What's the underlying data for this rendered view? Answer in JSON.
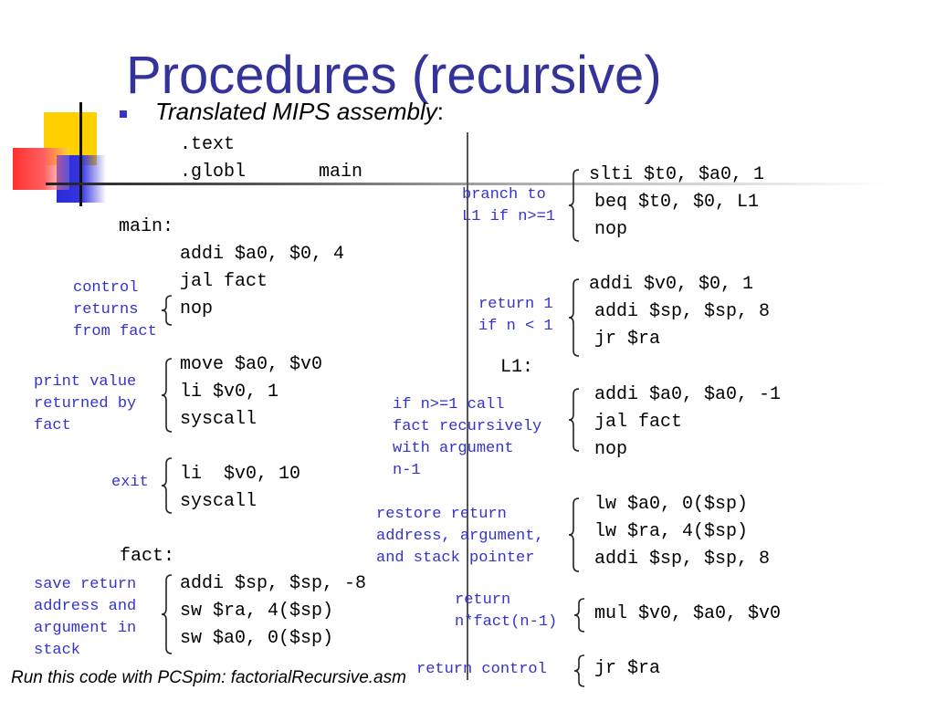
{
  "title": "Procedures (recursive)",
  "subtitle": {
    "text": "Translated MIPS assembly",
    "suffix": ":"
  },
  "footer": "Run this code with PCSpim: factorialRecursive.asm",
  "colors": {
    "title": "#333399",
    "annotation": "#3333cc",
    "bullet": "#3333cc"
  },
  "left": {
    "header": [
      ".text",
      ".globl",
      "main"
    ],
    "main_label": "main:",
    "main_call": [
      "addi $a0, $0, 4",
      "jal fact",
      "nop"
    ],
    "print": [
      "move $a0, $v0",
      "li $v0, 1",
      "syscall"
    ],
    "exit": [
      "li  $v0, 10",
      "syscall"
    ],
    "fact_label": "fact:",
    "save": [
      "addi $sp, $sp, -8",
      "sw $ra, 4($sp)",
      "sw $a0, 0($sp)"
    ],
    "notes": {
      "control": [
        "control",
        "returns",
        "from fact"
      ],
      "print": [
        "print value",
        "returned by",
        "fact"
      ],
      "exit": [
        "exit"
      ],
      "save": [
        "save return",
        "address and",
        "argument in",
        "stack"
      ]
    }
  },
  "right": {
    "branch": [
      "slti $t0, $a0, 1",
      "beq $t0, $0, L1",
      "nop"
    ],
    "ret1": [
      "addi $v0, $0, 1",
      "addi $sp, $sp, 8",
      "jr $ra"
    ],
    "l1_label": "L1:",
    "recur": [
      "addi $a0, $a0, -1",
      "jal fact",
      "nop"
    ],
    "restore": [
      "lw $a0, 0($sp)",
      "lw $ra, 4($sp)",
      "addi $sp, $sp, 8"
    ],
    "mul": [
      "mul $v0, $a0, $v0"
    ],
    "jr": [
      "jr $ra"
    ],
    "notes": {
      "branch": [
        "branch to",
        "L1 if n>=1"
      ],
      "ret1": [
        "return 1",
        "if n < 1"
      ],
      "recur": [
        "if n>=1 call",
        "fact recursively",
        "with argument",
        "n-1"
      ],
      "restore": [
        "restore return",
        "address, argument,",
        "and stack pointer"
      ],
      "mul": [
        "return",
        "n*fact(n-1)"
      ],
      "jr": [
        "return control"
      ]
    }
  }
}
